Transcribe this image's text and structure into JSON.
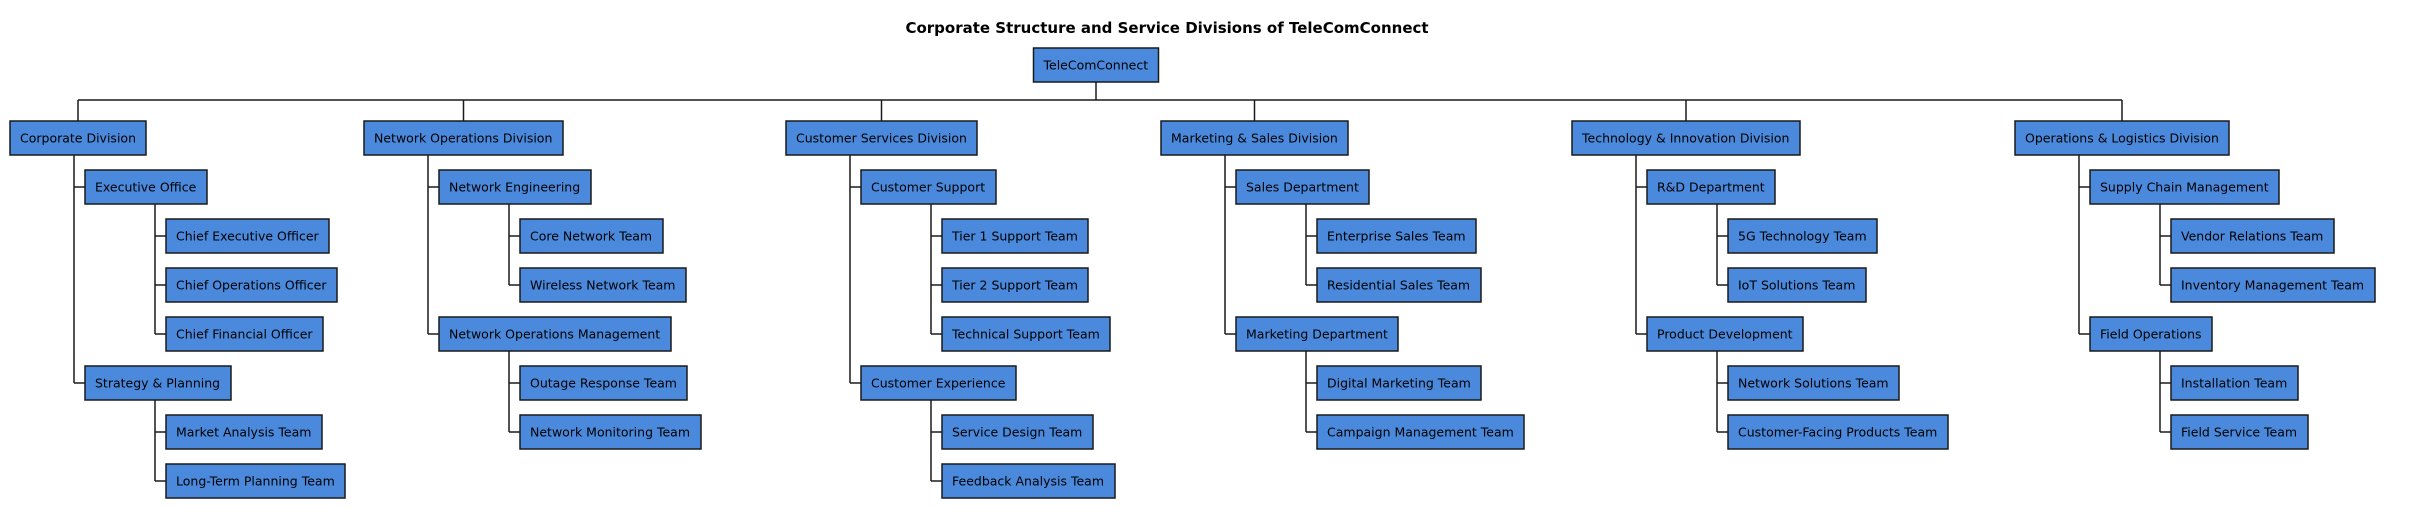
{
  "title": "Corporate Structure and Service Divisions of TeleComConnect",
  "root": {
    "label": "TeleComConnect"
  },
  "colors": {
    "node_fill": "#4a89dc",
    "node_border": "#1a1a1a",
    "line": "#1a1a1a"
  },
  "divisions": [
    {
      "label": "Corporate Division",
      "departments": [
        {
          "label": "Executive Office",
          "teams": [
            {
              "label": "Chief Executive Officer"
            },
            {
              "label": "Chief Operations Officer"
            },
            {
              "label": "Chief Financial Officer"
            }
          ]
        },
        {
          "label": "Strategy & Planning",
          "teams": [
            {
              "label": "Market Analysis Team"
            },
            {
              "label": "Long-Term Planning Team"
            }
          ]
        }
      ]
    },
    {
      "label": "Network Operations Division",
      "departments": [
        {
          "label": "Network Engineering",
          "teams": [
            {
              "label": "Core Network Team"
            },
            {
              "label": "Wireless Network Team"
            }
          ]
        },
        {
          "label": "Network Operations Management",
          "teams": [
            {
              "label": "Outage Response Team"
            },
            {
              "label": "Network Monitoring Team"
            }
          ]
        }
      ]
    },
    {
      "label": "Customer Services Division",
      "departments": [
        {
          "label": "Customer Support",
          "teams": [
            {
              "label": "Tier 1 Support Team"
            },
            {
              "label": "Tier 2 Support Team"
            },
            {
              "label": "Technical Support Team"
            }
          ]
        },
        {
          "label": "Customer Experience",
          "teams": [
            {
              "label": "Service Design Team"
            },
            {
              "label": "Feedback Analysis Team"
            }
          ]
        }
      ]
    },
    {
      "label": "Marketing & Sales Division",
      "departments": [
        {
          "label": "Sales Department",
          "teams": [
            {
              "label": "Enterprise Sales Team"
            },
            {
              "label": "Residential Sales Team"
            }
          ]
        },
        {
          "label": "Marketing Department",
          "teams": [
            {
              "label": "Digital Marketing Team"
            },
            {
              "label": "Campaign Management Team"
            }
          ]
        }
      ]
    },
    {
      "label": "Technology & Innovation Division",
      "departments": [
        {
          "label": "R&D Department",
          "teams": [
            {
              "label": "5G Technology Team"
            },
            {
              "label": "IoT Solutions Team"
            }
          ]
        },
        {
          "label": "Product Development",
          "teams": [
            {
              "label": "Network Solutions Team"
            },
            {
              "label": "Customer-Facing Products Team"
            }
          ]
        }
      ]
    },
    {
      "label": "Operations & Logistics Division",
      "departments": [
        {
          "label": "Supply Chain Management",
          "teams": [
            {
              "label": "Vendor Relations Team"
            },
            {
              "label": "Inventory Management Team"
            }
          ]
        },
        {
          "label": "Field Operations",
          "teams": [
            {
              "label": "Installation Team"
            },
            {
              "label": "Field Service Team"
            }
          ]
        }
      ]
    }
  ]
}
